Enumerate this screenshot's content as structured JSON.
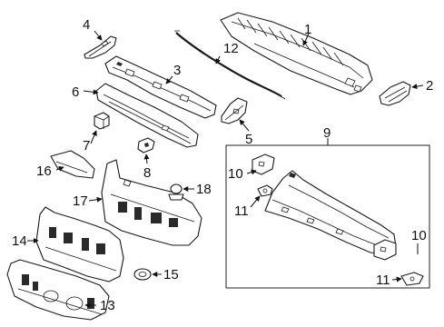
{
  "diagram": {
    "colors": {
      "line": "#1a1a1a",
      "background": "#ffffff"
    },
    "callouts": [
      {
        "id": "p1",
        "label": "1"
      },
      {
        "id": "p2",
        "label": "2"
      },
      {
        "id": "p3",
        "label": "3"
      },
      {
        "id": "p4",
        "label": "4"
      },
      {
        "id": "p5",
        "label": "5"
      },
      {
        "id": "p6",
        "label": "6"
      },
      {
        "id": "p7",
        "label": "7"
      },
      {
        "id": "p8",
        "label": "8"
      },
      {
        "id": "p9",
        "label": "9"
      },
      {
        "id": "p10a",
        "label": "10"
      },
      {
        "id": "p10b",
        "label": "10"
      },
      {
        "id": "p11a",
        "label": "11"
      },
      {
        "id": "p11b",
        "label": "11"
      },
      {
        "id": "p12",
        "label": "12"
      },
      {
        "id": "p13",
        "label": "13"
      },
      {
        "id": "p14",
        "label": "14"
      },
      {
        "id": "p15",
        "label": "15"
      },
      {
        "id": "p16",
        "label": "16"
      },
      {
        "id": "p17",
        "label": "17"
      },
      {
        "id": "p18",
        "label": "18"
      }
    ]
  }
}
